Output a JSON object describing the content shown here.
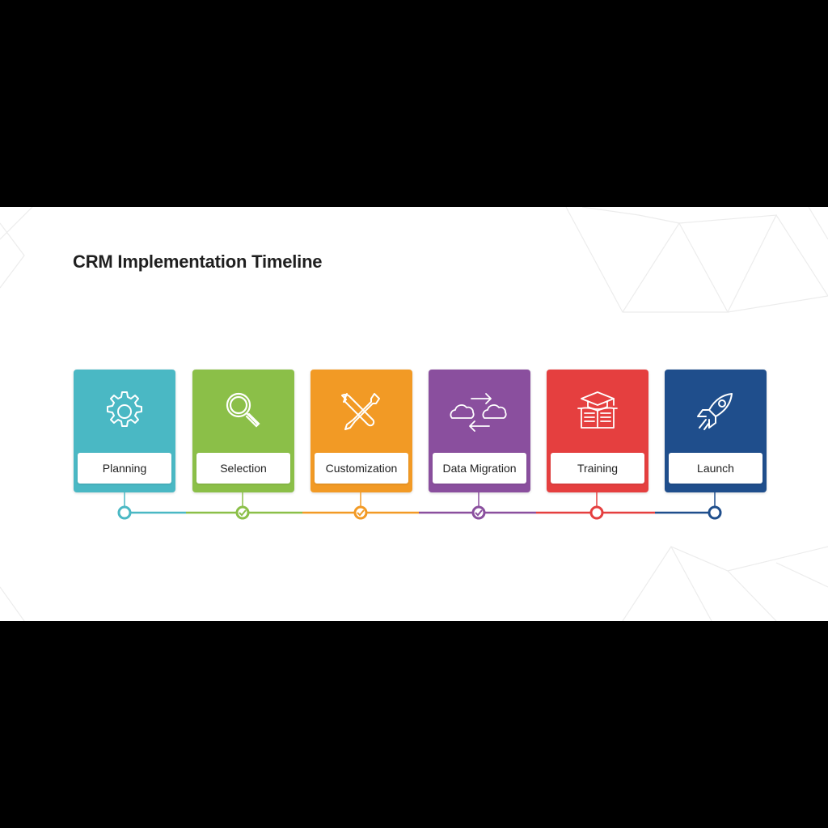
{
  "title": "CRM Implementation Timeline",
  "steps": [
    {
      "label": "Planning",
      "icon": "gear-icon",
      "color": "#4ab8c4"
    },
    {
      "label": "Selection",
      "icon": "magnifier-icon",
      "color": "#8bbf48"
    },
    {
      "label": "Customization",
      "icon": "wrench-screwdriver-icon",
      "color": "#f29a25"
    },
    {
      "label": "Data Migration",
      "icon": "cloud-transfer-icon",
      "color": "#8a4f9e"
    },
    {
      "label": "Training",
      "icon": "graduation-book-icon",
      "color": "#e53f3f"
    },
    {
      "label": "Launch",
      "icon": "rocket-icon",
      "color": "#1f4e8c"
    }
  ],
  "markers": [
    {
      "style": "ring"
    },
    {
      "style": "check"
    },
    {
      "style": "check"
    },
    {
      "style": "check"
    },
    {
      "style": "ring"
    },
    {
      "style": "ring"
    }
  ]
}
